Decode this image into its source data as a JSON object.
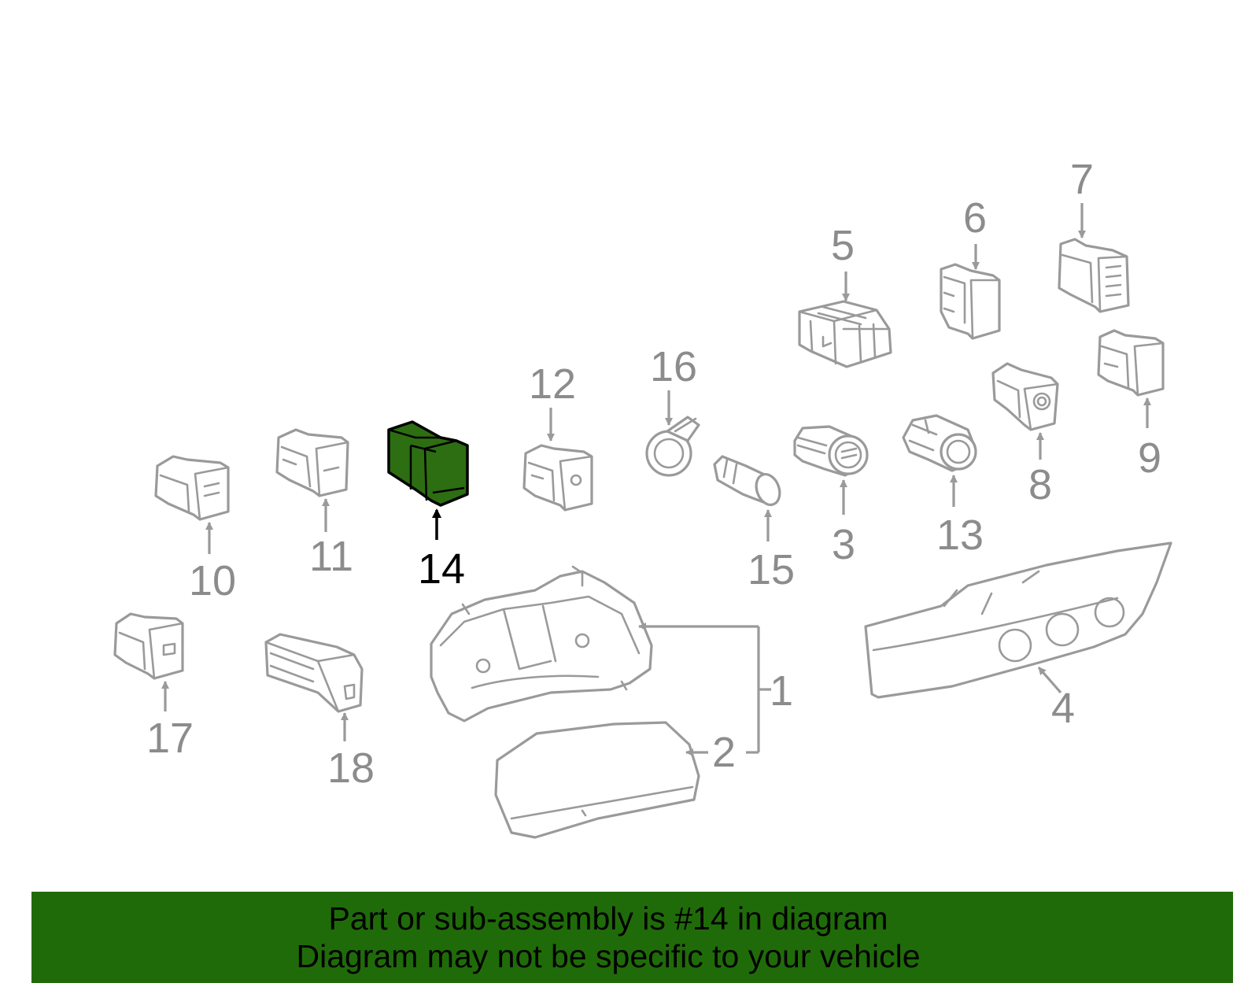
{
  "callouts": {
    "c1": "1",
    "c2": "2",
    "c3": "3",
    "c4": "4",
    "c5": "5",
    "c6": "6",
    "c7": "7",
    "c8": "8",
    "c9": "9",
    "c10": "10",
    "c11": "11",
    "c12": "12",
    "c13": "13",
    "c14": "14",
    "c15": "15",
    "c16": "16",
    "c17": "17",
    "c18": "18"
  },
  "highlighted_part": "14",
  "colors": {
    "highlight_fill": "#2d6e12",
    "banner": "#206b09",
    "line_art": "#9a9a9a"
  },
  "footer": {
    "line1": "Part or sub-assembly is #14 in diagram",
    "line2": "Diagram may not be specific to your vehicle"
  }
}
